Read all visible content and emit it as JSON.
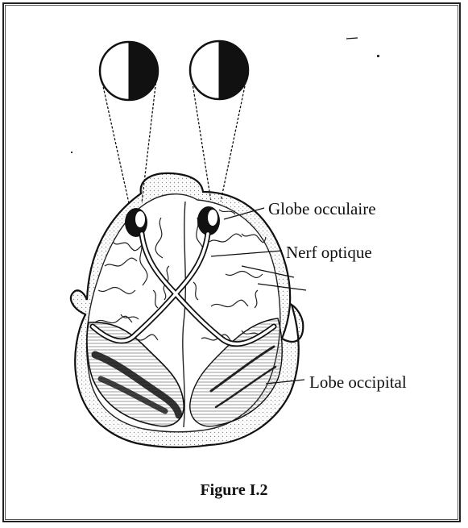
{
  "figure": {
    "caption": "Figure I.2",
    "labels": {
      "globe": "Globe occulaire",
      "nerf": "Nerf optique",
      "lobe": "Lobe occipital"
    }
  },
  "colors": {
    "ink": "#111111",
    "background": "#ffffff",
    "stipple": "#9a9a9a"
  }
}
